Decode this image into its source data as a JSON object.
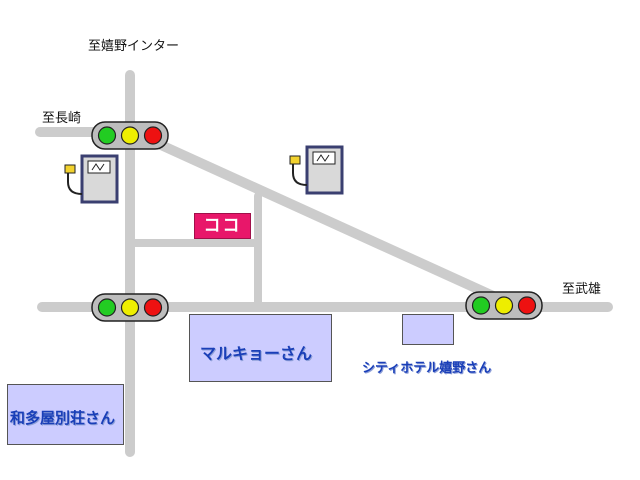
{
  "directions": {
    "ureshino_ic": "至嬉野インター",
    "nagasaki": "至長崎",
    "takeo": "至武雄"
  },
  "marker": {
    "here": "ココ",
    "color": "#e8176a"
  },
  "buildings": {
    "marukyo": "マルキョーさん",
    "city_hotel": "シティホテル嬉野さん",
    "wataya": "和多屋別荘さん"
  },
  "colors": {
    "road": "#cccccc",
    "building_fill": "#ccccff",
    "building_label": "#1a3fb8",
    "signal_green": "#22cc22",
    "signal_yellow": "#eeee00",
    "signal_red": "#ee1111",
    "gas_station": "#4a4f80"
  },
  "icons": {
    "traffic_light": "traffic-light-icon",
    "gas_station": "gas-station-icon"
  }
}
